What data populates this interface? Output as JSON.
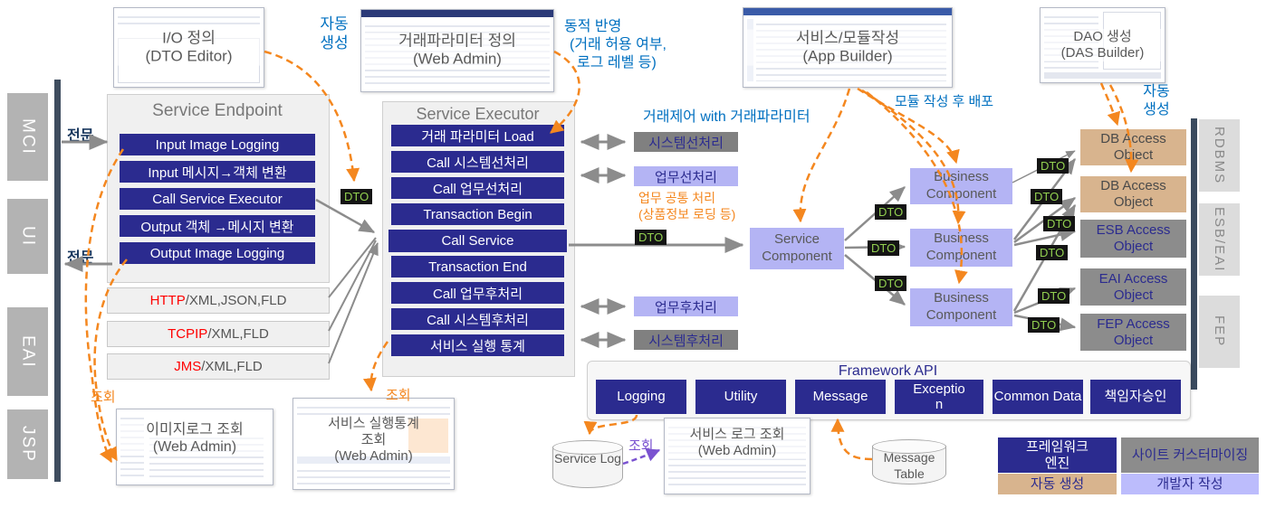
{
  "left_rail": {
    "tabs": [
      "MCI",
      "UI",
      "EAI",
      "JSP"
    ]
  },
  "right_rail": {
    "tabs": [
      "RDBMS",
      "ESB/EAI",
      "FEP"
    ]
  },
  "message_label": "전문",
  "service_endpoint": {
    "title": "Service Endpoint",
    "rows": [
      "Input Image Logging",
      "Input 메시지→객체 변환",
      "Call Service Executor",
      "Output 객체 →메시지 변환",
      "Output Image Logging"
    ]
  },
  "protocols": [
    {
      "name": "HTTP",
      "formats": "/XML,JSON,FLD"
    },
    {
      "name": "TCPIP",
      "formats": "/XML,FLD"
    },
    {
      "name": "JMS",
      "formats": "/XML,FLD"
    }
  ],
  "service_executor": {
    "title": "Service Executor",
    "rows": [
      "거래 파라미터 Load",
      "Call 시스템선처리",
      "Call 업무선처리",
      "Transaction Begin",
      "Call Service",
      "Transaction End",
      "Call 업무후처리",
      "Call 시스템후처리",
      "서비스 실행 통계"
    ]
  },
  "process_boxes": {
    "pre_system": "시스템선처리",
    "pre_biz": "업무선처리",
    "post_biz": "업무후처리",
    "post_system": "시스템후처리"
  },
  "components": {
    "service": "Service Component",
    "business": "Business Component"
  },
  "access_objects": [
    {
      "label": "DB Access Object",
      "type": "db"
    },
    {
      "label": "DB Access Object",
      "type": "db"
    },
    {
      "label": "ESB Access Object",
      "type": "gw"
    },
    {
      "label": "EAI Access Object",
      "type": "gw"
    },
    {
      "label": "FEP Access Object",
      "type": "gw"
    }
  ],
  "framework_api": {
    "title": "Framework API",
    "buttons": [
      "Logging",
      "Utility",
      "Message",
      "Exception",
      "Common Data",
      "책임자승인"
    ]
  },
  "datastores": {
    "service_log": "Service Log",
    "message_table": "Message Table"
  },
  "thumbnails": {
    "io": {
      "lines": [
        "I/O 정의",
        "(DTO Editor)"
      ]
    },
    "param": {
      "lines": [
        "거래파라미터 정의",
        "(Web Admin)"
      ]
    },
    "app_builder": {
      "lines": [
        "서비스/모듈작성",
        "(App Builder)"
      ]
    },
    "dao": {
      "lines": [
        "DAO 생성",
        "(DAS Builder)"
      ]
    },
    "image_log": {
      "lines": [
        "이미지로그 조회",
        "(Web Admin)"
      ]
    },
    "exec_stats": {
      "lines": [
        "서비스 실행통계",
        "조회",
        "(Web Admin)"
      ]
    },
    "service_log_view": {
      "lines": [
        "서비스 로그 조회",
        "(Web Admin)"
      ]
    }
  },
  "annotations": {
    "auto_generate": {
      "l1": "자동",
      "l2": "생성"
    },
    "dynamic_reflection": {
      "l1": "동적 반영",
      "l2": "(거래 허용 여부,",
      "l3": "로그 레벨 등)"
    },
    "deploy_after_build": "모듈 작성 후 배포",
    "trade_control": "거래제어 with 거래파라미터",
    "biz_common": {
      "l1": "업무 공통 처리",
      "l2": "(상품정보 로딩 등)"
    },
    "lookup": "조회"
  },
  "dto_label": "DTO",
  "legend": [
    {
      "label": "프레임워크 엔진"
    },
    {
      "label": "사이트 커스터마이징"
    },
    {
      "label": "자동 생성"
    },
    {
      "label": "개발자 작성"
    }
  ],
  "colors": {
    "navy": "#2b2b8f",
    "orange": "#f4871f",
    "annotation_blue": "#0070c0",
    "purple": "#7a52d0",
    "tan": "#d8b48e",
    "lavender": "#b4b4f4",
    "gray_box": "#808080",
    "dto_green": "#92d050",
    "protocol_red": "#ff0000"
  }
}
